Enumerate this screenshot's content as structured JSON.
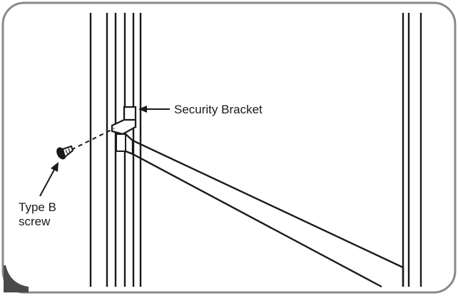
{
  "labels": {
    "security_bracket": "Security Bracket",
    "screw_line1": "Type B",
    "screw_line2": "screw"
  },
  "colors": {
    "line": "#1a1a1a",
    "frame": "#8a8a8a",
    "background": "#ffffff",
    "corner_shade": "#4a4a4a"
  }
}
